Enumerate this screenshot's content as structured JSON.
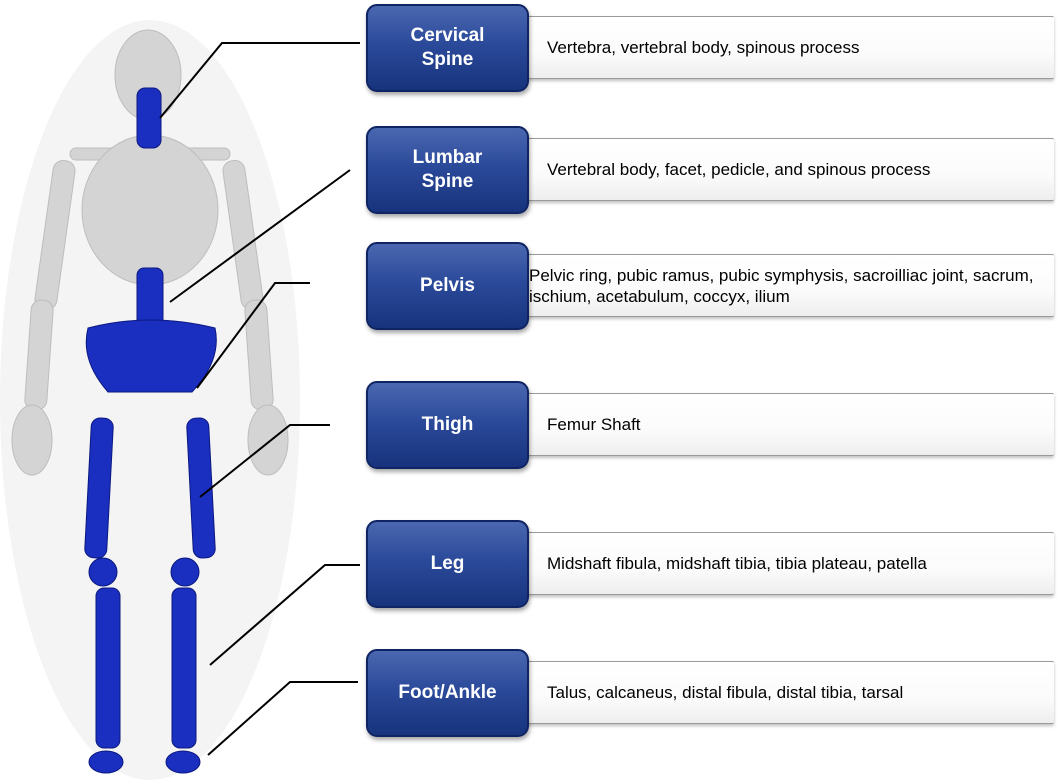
{
  "regions": [
    {
      "label": "Cervical\nSpine",
      "description": "Vertebra, vertebral body, spinous process"
    },
    {
      "label": "Lumbar\nSpine",
      "description": "Vertebral body, facet, pedicle, and spinous process"
    },
    {
      "label": "Pelvis",
      "description": "Pelvic ring, pubic ramus, pubic symphysis, sacroilliac joint, sacrum, ischium, acetabulum, coccyx, ilium"
    },
    {
      "label": "Thigh",
      "description": "Femur Shaft"
    },
    {
      "label": "Leg",
      "description": "Midshaft fibula, midshaft tibia, tibia plateau, patella"
    },
    {
      "label": "Foot/Ankle",
      "description": "Talus, calcaneus, distal fibula, distal tibia, tarsal"
    }
  ],
  "colors": {
    "highlight_bone": "#1a2fbf",
    "skeleton": "#d2d2d2",
    "label_fill": "#213f90",
    "callout_line": "#000000"
  }
}
